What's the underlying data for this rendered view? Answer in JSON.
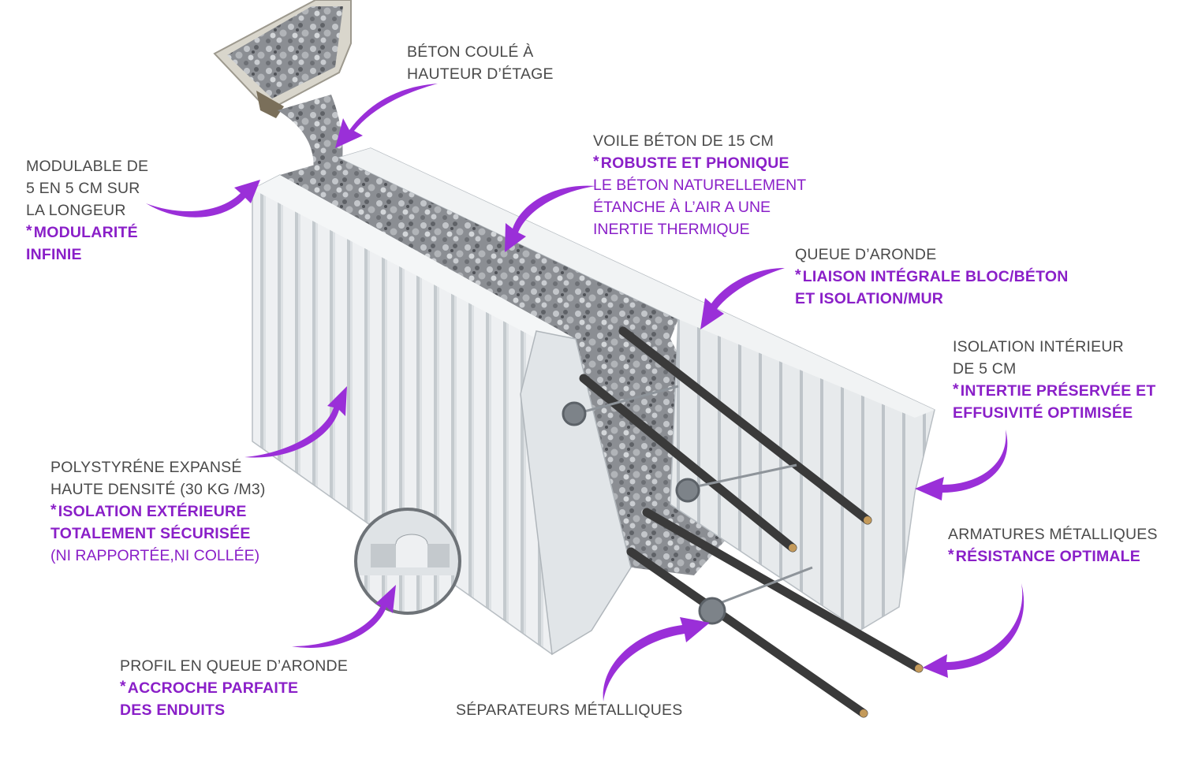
{
  "colors": {
    "arrow": "#9a2fd8",
    "highlight": "#8a1fc8",
    "text": "#4a4a4a",
    "foam": "#ebeef0",
    "foam_shadow": "#c9cfd3",
    "concrete": "#8d9095",
    "rebar": "#3a3a3a"
  },
  "labels": {
    "pour": {
      "lines": [
        "BÉTON COULÉ À",
        "HAUTEUR  D’ÉTAGE"
      ]
    },
    "modular": {
      "lines": [
        "MODULABLE DE",
        " 5 EN 5 CM SUR",
        "LA LONGEUR"
      ],
      "highlights": [
        "MODULARITÉ",
        "INFINIE"
      ]
    },
    "wall": {
      "lines": [
        "VOILE BÉTON DE 15 CM"
      ],
      "highlights": [
        "ROBUSTE  ET PHONIQUE"
      ],
      "sublines": [
        " LE BÉTON  NATURELLEMENT",
        "ÉTANCHE  À L’AIR A UNE",
        "INERTIE THERMIQUE"
      ]
    },
    "dovetail": {
      "lines": [
        "QUEUE D’ARONDE"
      ],
      "highlights": [
        "LIAISON  INTÉGRALE BLOC/BÉTON",
        "ET ISOLATION/MUR"
      ]
    },
    "interior": {
      "lines": [
        "ISOLATION INTÉRIEUR",
        "DE 5 CM"
      ],
      "highlights": [
        "INTERTIE PRÉSERVÉE ET",
        "EFFUSIVITÉ OPTIMISÉE"
      ]
    },
    "polystyrene": {
      "lines": [
        "POLYSTYRÉNE EXPANSÉ",
        "HAUTE DENSITÉ (30 KG /M3)"
      ],
      "highlights": [
        "ISOLATION EXTÉRIEURE",
        "TOTALEMENT SÉCURISÉE"
      ],
      "sublines": [
        "(NI RAPPORTÉE,NI COLLÉE)"
      ]
    },
    "rebar": {
      "lines": [
        "ARMATURES MÉTALLIQUES"
      ],
      "highlights": [
        "RÉSISTANCE OPTIMALE"
      ]
    },
    "profile": {
      "lines": [
        "PROFIL EN QUEUE D’ARONDE"
      ],
      "highlights": [
        "ACCROCHE PARFAITE",
        "DES ENDUITS"
      ]
    },
    "separators": {
      "lines": [
        "SÉPARATEURS MÉTALLIQUES"
      ]
    }
  }
}
